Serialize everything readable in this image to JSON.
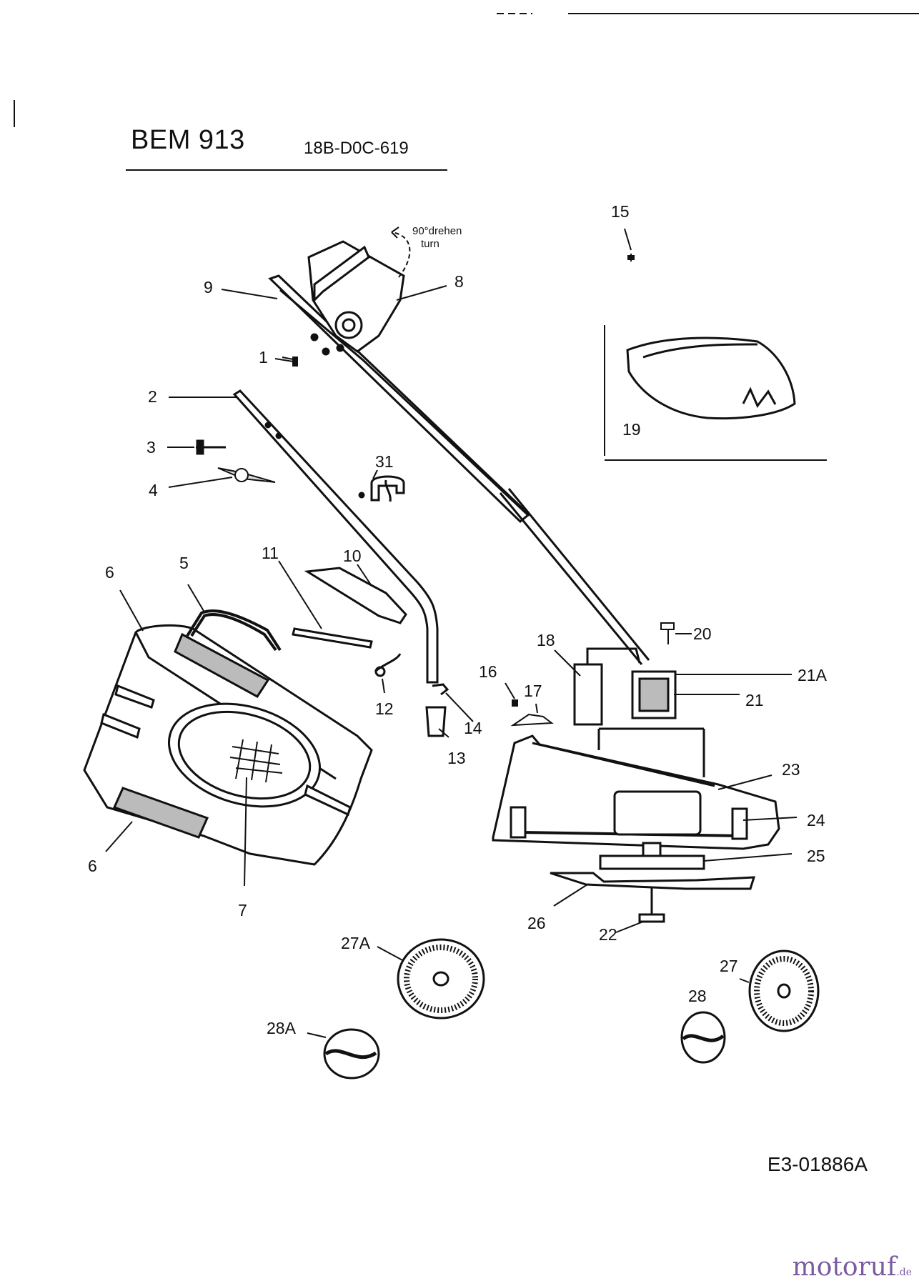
{
  "header": {
    "model": "BEM 913",
    "part_code": "18B-D0C-619"
  },
  "footer": {
    "reference": "E3-01886A"
  },
  "watermark": {
    "brand": "motoruf",
    "suffix": ".de"
  },
  "annotation": {
    "line1": "90°drehen",
    "line2": "turn"
  },
  "callouts": {
    "c1": "1",
    "c2": "2",
    "c3": "3",
    "c4": "4",
    "c5": "5",
    "c6a": "6",
    "c6b": "6",
    "c7": "7",
    "c8": "8",
    "c9": "9",
    "c10": "10",
    "c11": "11",
    "c12": "12",
    "c13": "13",
    "c14": "14",
    "c15": "15",
    "c16": "16",
    "c17": "17",
    "c18": "18",
    "c19": "19",
    "c20": "20",
    "c21": "21",
    "c21a": "21A",
    "c22": "22",
    "c23": "23",
    "c24": "24",
    "c25": "25",
    "c26": "26",
    "c27": "27",
    "c27a": "27A",
    "c28": "28",
    "c28a": "28A",
    "c31": "31"
  }
}
